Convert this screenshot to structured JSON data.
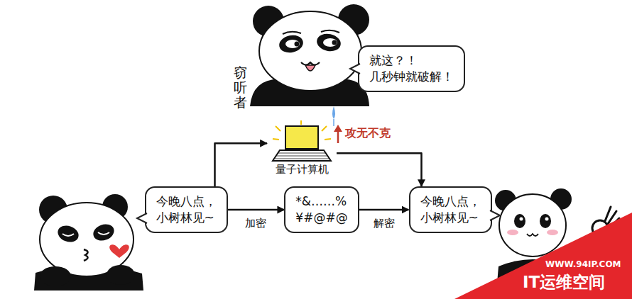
{
  "diagram": {
    "nodes": [
      {
        "text": [
          "就这？！ 几秒钟就破解！"
        ]
      },
      {
        "text": [
          "量子计算机"
        ]
      },
      {
        "text": [
          "今晚八点， 小树林见~"
        ]
      },
      {
        "text": [
          "*&……% ¥#@#@"
        ]
      },
      {
        "text": [
          "今晚八点， 小树林见~"
        ]
      }
    ],
    "edges": [
      {
        "from": 2,
        "to": 3,
        "label": "加密",
        "arrow": "to"
      },
      {
        "from": 3,
        "to": 4,
        "label": "解密",
        "arrow": "to"
      },
      {
        "from": 2,
        "to": 1,
        "arrow": "to"
      },
      {
        "from": 1,
        "to": 4,
        "arrow": "to"
      }
    ],
    "labels": [
      "窃听者",
      "攻无不克",
      "WWW.94IP.COM",
      "IT运维空间"
    ]
  }
}
